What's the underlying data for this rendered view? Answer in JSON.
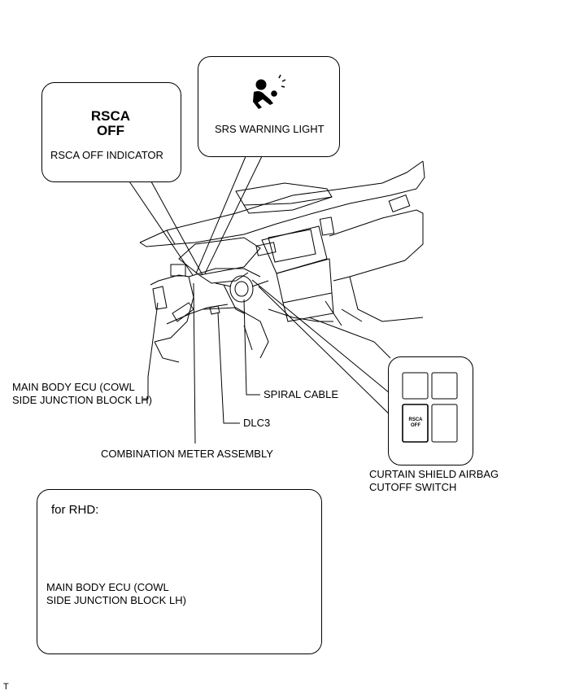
{
  "callouts": {
    "rsca_off_text": "RSCA\nOFF",
    "rsca_off_indicator": "RSCA OFF INDICATOR",
    "srs_warning_light": "SRS WARNING LIGHT"
  },
  "labels": {
    "main_body_ecu": "MAIN BODY ECU (COWL\nSIDE JUNCTION BLOCK LH)",
    "spiral_cable": "SPIRAL CABLE",
    "dlc3": "DLC3",
    "combination_meter": "COMBINATION METER ASSEMBLY",
    "curtain_shield_switch": "CURTAIN SHIELD AIRBAG\nCUTOFF SWITCH",
    "switch_button_text": "RSCA\nOFF"
  },
  "rhd_inset": {
    "title": "for RHD:",
    "main_body_ecu": "MAIN BODY ECU (COWL\nSIDE JUNCTION BLOCK LH)"
  },
  "footer": {
    "code": "T"
  },
  "icons": {
    "srs_icon": "airbag-warning-icon"
  }
}
